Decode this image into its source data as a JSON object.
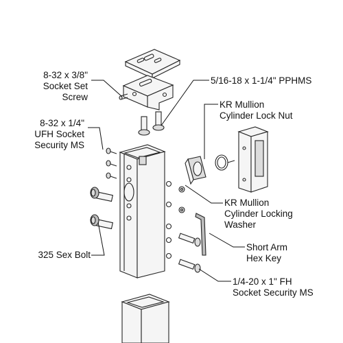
{
  "labels": {
    "set_screw": [
      "8-32 x 3/8\"",
      "Socket Set",
      "Screw"
    ],
    "pphms": "5/16-18 x 1-1/4\" PPHMS",
    "lock_nut": [
      "KR Mullion",
      "Cylinder Lock Nut"
    ],
    "ufh_screw": [
      "8-32 x 1/4\"",
      "UFH Socket",
      "Security MS"
    ],
    "locking_washer": [
      "KR Mullion",
      "Cylinder Locking",
      "Washer"
    ],
    "hex_key": [
      "Short Arm",
      "Hex Key"
    ],
    "sex_bolt": "325 Sex Bolt",
    "fh_screw": [
      "1/4-20 x 1\" FH",
      "Socket Security MS"
    ]
  }
}
